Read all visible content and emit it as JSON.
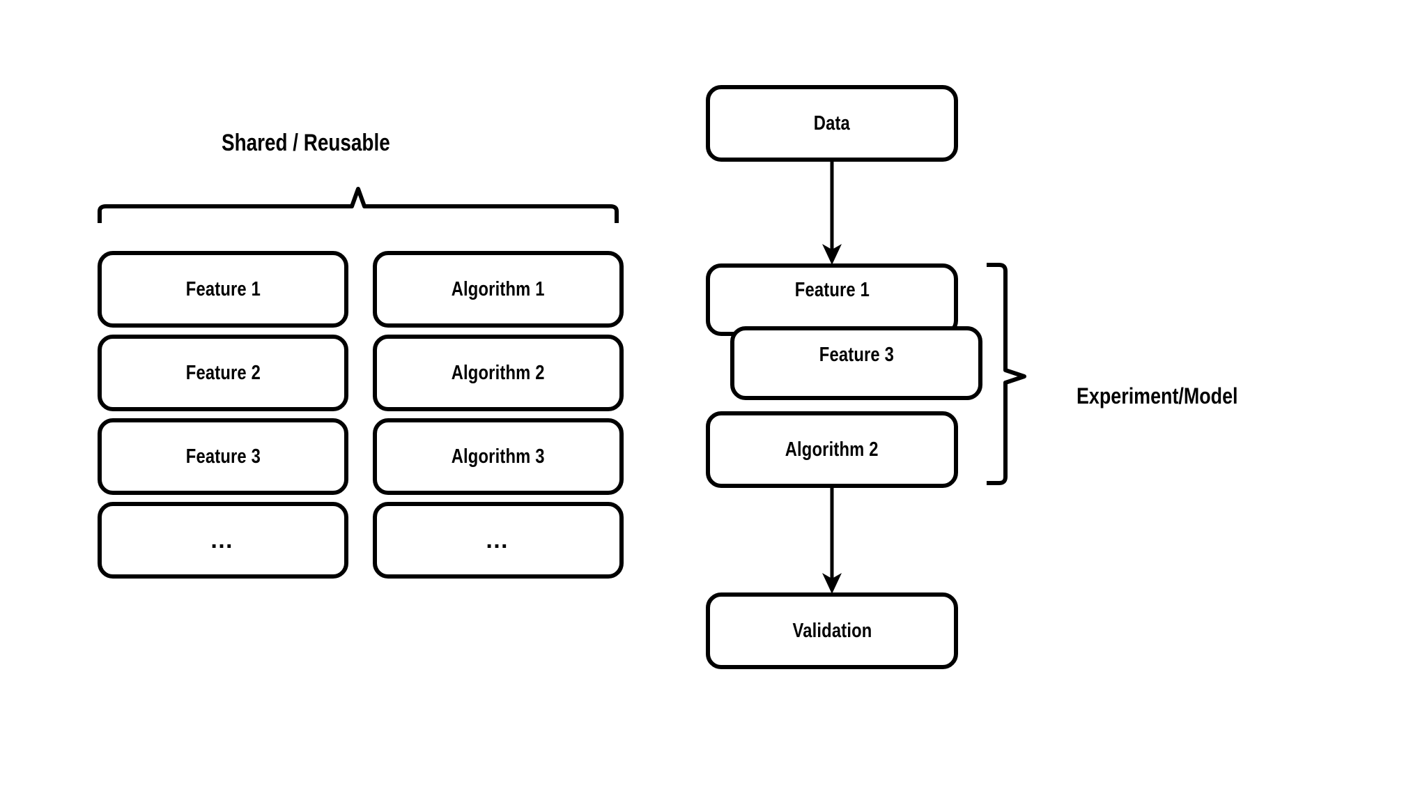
{
  "diagram": {
    "title_left": "Shared / Reusable",
    "group_label_right": "Experiment/Model",
    "stroke_color": "#000000",
    "background_color": "#ffffff"
  },
  "catalog": {
    "heading": "Shared / Reusable",
    "columns": [
      {
        "name": "features",
        "items": [
          {
            "label": "Feature 1"
          },
          {
            "label": "Feature 2"
          },
          {
            "label": "Feature 3"
          },
          {
            "label": "…"
          }
        ]
      },
      {
        "name": "algorithms",
        "items": [
          {
            "label": "Algorithm 1"
          },
          {
            "label": "Algorithm 2"
          },
          {
            "label": "Algorithm 3"
          },
          {
            "label": "…"
          }
        ]
      }
    ]
  },
  "pipeline": {
    "group_label": "Experiment/Model",
    "nodes": [
      {
        "key": "data",
        "label": "Data"
      },
      {
        "key": "feature1",
        "label": "Feature 1"
      },
      {
        "key": "feature3",
        "label": "Feature 3"
      },
      {
        "key": "algorithm2",
        "label": "Algorithm 2"
      },
      {
        "key": "validation",
        "label": "Validation"
      }
    ],
    "edges": [
      {
        "from": "data",
        "to": "feature1"
      },
      {
        "from": "algorithm2",
        "to": "validation"
      }
    ]
  }
}
